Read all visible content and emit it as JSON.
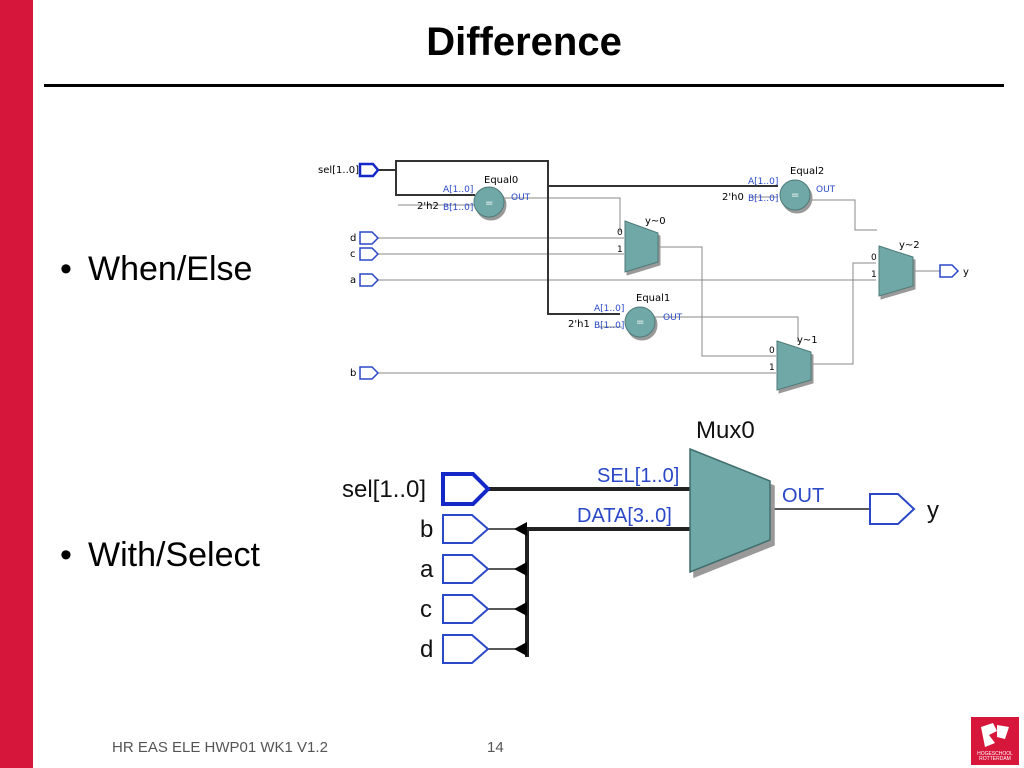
{
  "slide": {
    "title": "Difference",
    "bullets": [
      "When/Else",
      "With/Select"
    ],
    "footer_text": "HR EAS ELE HWP01 WK1 V1.2",
    "page_number": "14",
    "logo_text": [
      "HOGESCHOOL",
      "ROTTERDAM"
    ]
  },
  "colors": {
    "accent": "#d6163a",
    "block": "#6fa8a7",
    "port": "#1428c8"
  },
  "diagram_top": {
    "inputs": [
      "sel[1..0]",
      "d",
      "c",
      "a",
      "b"
    ],
    "output": "y",
    "comparators": [
      {
        "name": "Equal0",
        "const": "2'h2",
        "a": "A[1..0]",
        "b": "B[1..0]",
        "out": "OUT",
        "op": "="
      },
      {
        "name": "Equal1",
        "const": "2'h1",
        "a": "A[1..0]",
        "b": "B[1..0]",
        "out": "OUT",
        "op": "="
      },
      {
        "name": "Equal2",
        "const": "2'h0",
        "a": "A[1..0]",
        "b": "B[1..0]",
        "out": "OUT",
        "op": "="
      }
    ],
    "muxes": [
      {
        "name": "y~0",
        "in0": "0",
        "in1": "1"
      },
      {
        "name": "y~1",
        "in0": "0",
        "in1": "1"
      },
      {
        "name": "y~2",
        "in0": "0",
        "in1": "1"
      }
    ]
  },
  "diagram_bottom": {
    "mux_name": "Mux0",
    "sel_port": "SEL[1..0]",
    "data_port": "DATA[3..0]",
    "out_port": "OUT",
    "inputs": [
      "sel[1..0]",
      "b",
      "a",
      "c",
      "d"
    ],
    "output": "y"
  }
}
